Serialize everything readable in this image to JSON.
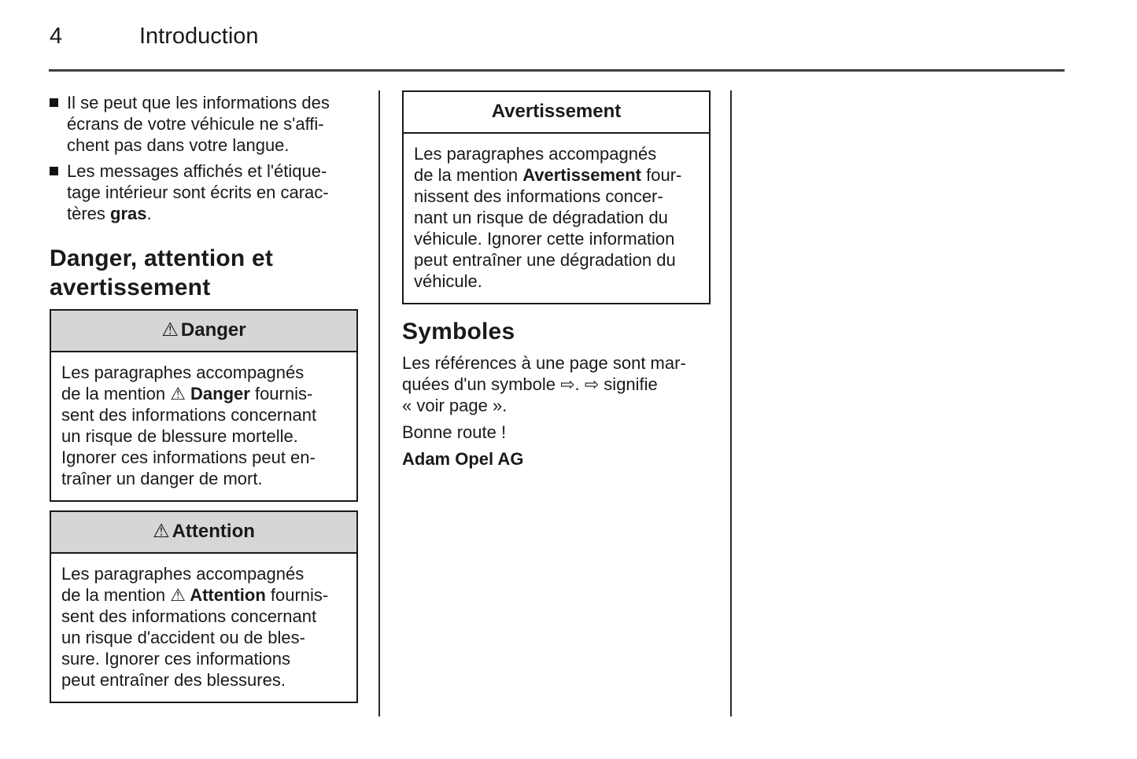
{
  "header": {
    "page_number": "4",
    "chapter_title": "Introduction"
  },
  "intro_bullets": {
    "b1": "Il se peut que les informations des\nécrans de votre véhicule ne s'affi-\nchent pas dans votre langue.",
    "b2_pre": "Les messages affichés et l'étique-\ntage intérieur sont écrits en carac-\ntères ",
    "b2_bold": "gras",
    "b2_post": "."
  },
  "danger_section": {
    "heading": "Danger, attention et\navertissement"
  },
  "danger_box": {
    "icon": "⚠",
    "title": "Danger",
    "body_pre": "Les paragraphes accompagnés\nde la mention ",
    "body_bold": "⚠ Danger",
    "body_post": " fournis-\nsent des informations concernant\nun risque de blessure mortelle.\nIgnorer ces informations peut en-\ntraîner un danger de mort."
  },
  "attention_box": {
    "icon": "⚠",
    "title": "Attention",
    "body_pre": "Les paragraphes accompagnés\nde la mention ",
    "body_bold": "⚠ Attention",
    "body_post": " fournis-\nsent des informations concernant\nun risque d'accident ou de bles-\nsure. Ignorer ces informations\npeut entraîner des blessures."
  },
  "warning_box": {
    "title": "Avertissement",
    "body_pre": "Les paragraphes accompagnés\nde la mention ",
    "body_bold": "Avertissement",
    "body_post": " four-\nnissent des informations concer-\nnant un risque de dégradation du\nvéhicule. Ignorer cette information\npeut entraîner une dégradation du\nvéhicule."
  },
  "symbols_section": {
    "heading": "Symboles",
    "body": "Les références à une page sont mar-\nquées d'un symbole ⇨. ⇨ signifie\n« voir page ».",
    "farewell": "Bonne route !",
    "signature": "Adam Opel AG"
  },
  "colors": {
    "text": "#1a1a1a",
    "box_border": "#1a1a1a",
    "box_header_gray": "#d6d6d6",
    "header_rule": "#3d3d3d",
    "column_divider": "#2b2b2b",
    "page_background": "#ffffff"
  }
}
